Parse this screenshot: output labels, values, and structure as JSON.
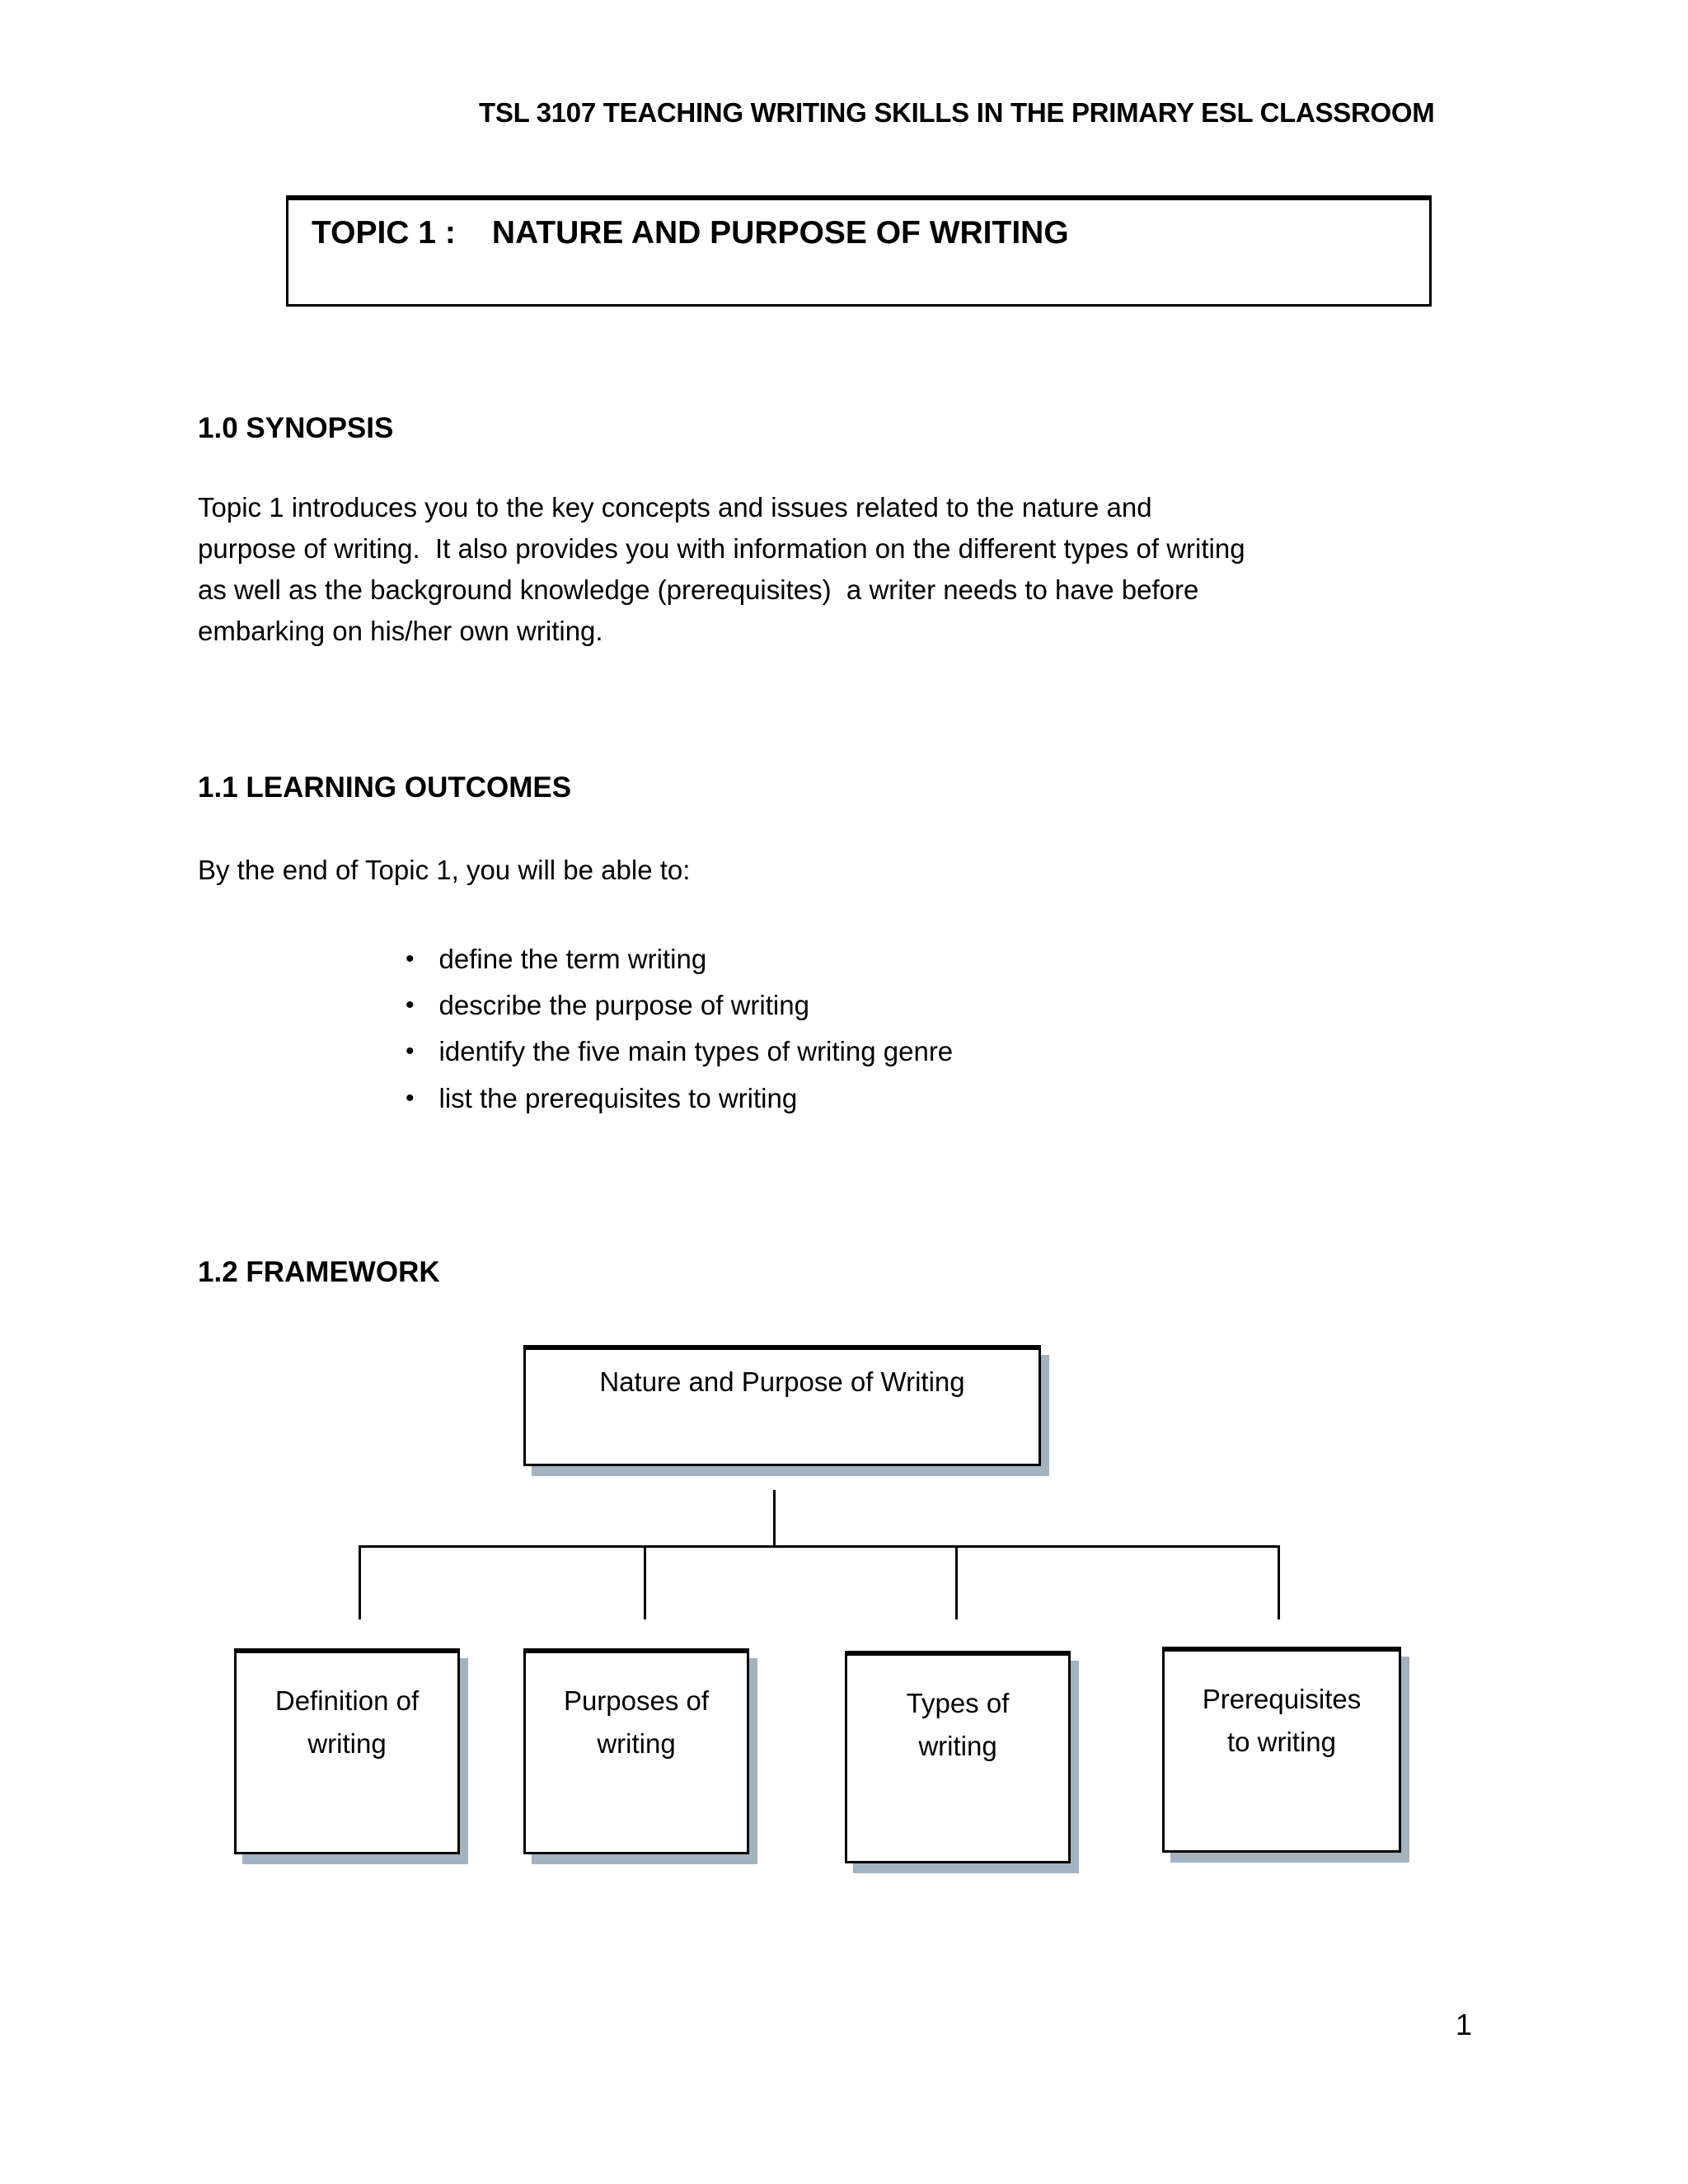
{
  "header": {
    "course_title": "TSL 3107 TEACHING WRITING SKILLS IN THE PRIMARY ESL CLASSROOM"
  },
  "topic_box": {
    "prefix": "TOPIC 1 :",
    "title": "NATURE AND PURPOSE OF WRITING"
  },
  "synopsis": {
    "heading": "1.0 SYNOPSIS",
    "lines": [
      "Topic 1 introduces you to the key concepts and issues related to the nature and",
      "purpose of writing.  It also provides you with information on the different types of writing",
      "as well as the background knowledge (prerequisites)  a writer needs to have before",
      "embarking on his/her own writing."
    ]
  },
  "outcomes": {
    "heading": "1.1 LEARNING OUTCOMES",
    "intro": "By the end of Topic 1, you will be able to:",
    "bullet_glyph": "•",
    "bullets": [
      "define the term writing",
      "describe the purpose of writing",
      "identify the five main types of writing genre",
      "list the prerequisites to writing"
    ]
  },
  "framework": {
    "heading": "1.2 FRAMEWORK",
    "root_label": "Nature and Purpose of Writing",
    "children": [
      {
        "line1": "Definition of",
        "line2": "writing"
      },
      {
        "line1": "Purposes of",
        "line2": "writing"
      },
      {
        "line1": "Types of",
        "line2": "writing"
      },
      {
        "line1": "Prerequisites",
        "line2": "to writing"
      }
    ]
  },
  "footer": {
    "page_number": "1"
  },
  "colors": {
    "text": "#000000",
    "background": "#ffffff",
    "box_shadow": "#a3b3c0",
    "border": "#000000"
  }
}
